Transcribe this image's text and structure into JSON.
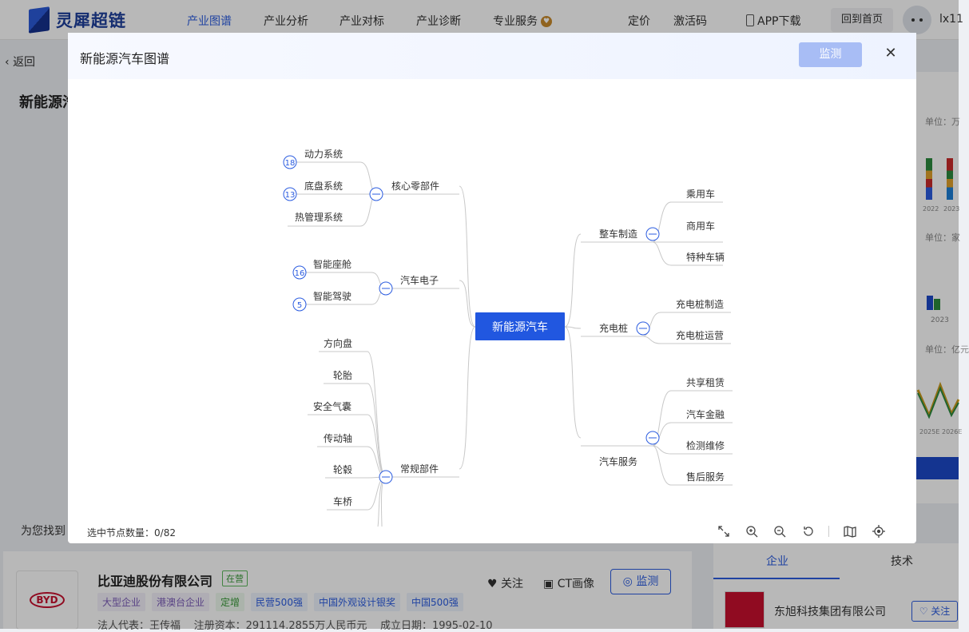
{
  "nav": {
    "logo": "灵犀超链",
    "items": [
      "产业图谱",
      "产业分析",
      "产业对标",
      "产业诊断",
      "专业服务"
    ],
    "pricing": "定价",
    "activation": "激活码",
    "app_download": "APP下载",
    "home": "回到首页",
    "user": "lx11"
  },
  "page": {
    "back": "返回",
    "title": "新能源汽",
    "found_prefix": "为您找到"
  },
  "company": {
    "logo_text": "BYD",
    "name": "比亚迪股份有限公司",
    "status": "在营",
    "tags": [
      "大型企业",
      "港澳台企业",
      "定增",
      "民营500强",
      "中国外观设计银奖",
      "中国500强"
    ],
    "legal_rep_label": "法人代表：",
    "legal_rep": "王传福",
    "capital_label": "注册资本：",
    "capital": "291114.2855万人民币元",
    "founded_label": "成立日期：",
    "founded": "1995-02-10",
    "follow": "关注",
    "ct": "CT画像",
    "monitor": "监测"
  },
  "right_panel": {
    "unit1": "单位：万",
    "year1a": "2022",
    "year1b": "2023",
    "unit2": "单位：家",
    "year2": "2023",
    "unit3": "单位：亿元",
    "year3a": "2025E",
    "year3b": "2026E",
    "tab_enterprise": "企业",
    "tab_tech": "技术",
    "company": "东旭科技集团有限公司",
    "follow": "关注"
  },
  "modal": {
    "title": "新能源汽车图谱",
    "monitor": "监测",
    "selected_label": "选中节点数量：",
    "selected_value": "0/82"
  },
  "mindmap": {
    "root": "新能源汽车",
    "core_parts": {
      "label": "核心零部件",
      "children": [
        {
          "label": "动力系统",
          "count": "18"
        },
        {
          "label": "底盘系统",
          "count": "13"
        },
        {
          "label": "热管理系统",
          "count": ""
        }
      ]
    },
    "electronics": {
      "label": "汽车电子",
      "children": [
        {
          "label": "智能座舱",
          "count": "16"
        },
        {
          "label": "智能驾驶",
          "count": "5"
        }
      ]
    },
    "regular": {
      "label": "常规部件",
      "children": [
        "方向盘",
        "轮胎",
        "安全气囊",
        "传动轴",
        "轮毂",
        "车桥"
      ]
    },
    "vehicle": {
      "label": "整车制造",
      "children": [
        "乘用车",
        "商用车",
        "特种车辆"
      ]
    },
    "charging": {
      "label": "充电桩",
      "children": [
        "充电桩制造",
        "充电桩运营"
      ]
    },
    "service": {
      "label": "汽车服务",
      "children": [
        "共享租赁",
        "汽车金融",
        "检测维修",
        "售后服务"
      ]
    }
  },
  "colors": {
    "accent": "#2b5ce0",
    "root_fill": "#2157e0",
    "line": "#c8c8c8"
  }
}
